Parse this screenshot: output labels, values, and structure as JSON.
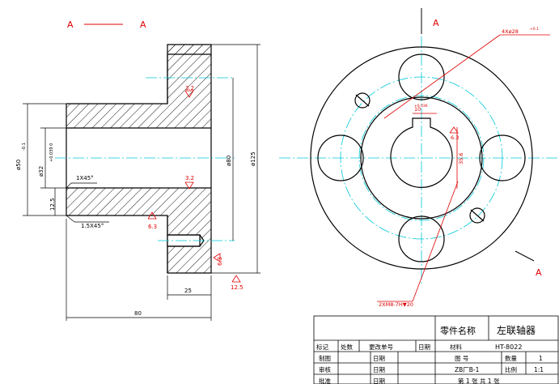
{
  "section_label_left": "A",
  "section_label_right": "A",
  "view_label_top": "A",
  "view_label_bottom": "A",
  "dims": {
    "flange_dia": "ø125",
    "pitch_dia": "ø80",
    "bore_dia": "ø32",
    "bore_tol": "+0.039\n0",
    "outer_dia": "ø50",
    "outer_tol": "-0.1",
    "chamfer_top": "1X45°",
    "chamfer_bottom": "1.5X45°",
    "step_len": "12.5",
    "hub_len": "25",
    "total_len": "80",
    "keyway_depth": "35.6",
    "keyway_width": "10",
    "keyway_tol": "+0.036",
    "holes_top": "4Xø28",
    "holes_top_tol": "+0.1",
    "holes_bottom": "2XM8-7H▼20"
  },
  "roughness": {
    "r1": "3.2",
    "r2": "3.2",
    "r3": "6.3",
    "r4": "6.3",
    "r5": "6.3",
    "r6": "12.5"
  },
  "title_block": {
    "part_name_label": "零件名称",
    "part_name": "左联轴器",
    "col_mark": "标记",
    "col_count": "处数",
    "col_change": "更改单号",
    "col_date": "日期",
    "col_material": "材料",
    "row_draw": "制图",
    "row_review": "审核",
    "row_approve": "批准",
    "date_label": "日期",
    "drawing_no_label": "图  号",
    "drawing_no": "HT-8022",
    "drawing_code": "ZB厂B-1",
    "qty_label": "数量",
    "qty": "1",
    "scale_label": "比例",
    "scale": "1:1",
    "sheet_text": "第 1 张 共 1 张"
  },
  "colors": {
    "line": "#000000",
    "center": "#00c8d8",
    "dim_red": "#e00000"
  }
}
